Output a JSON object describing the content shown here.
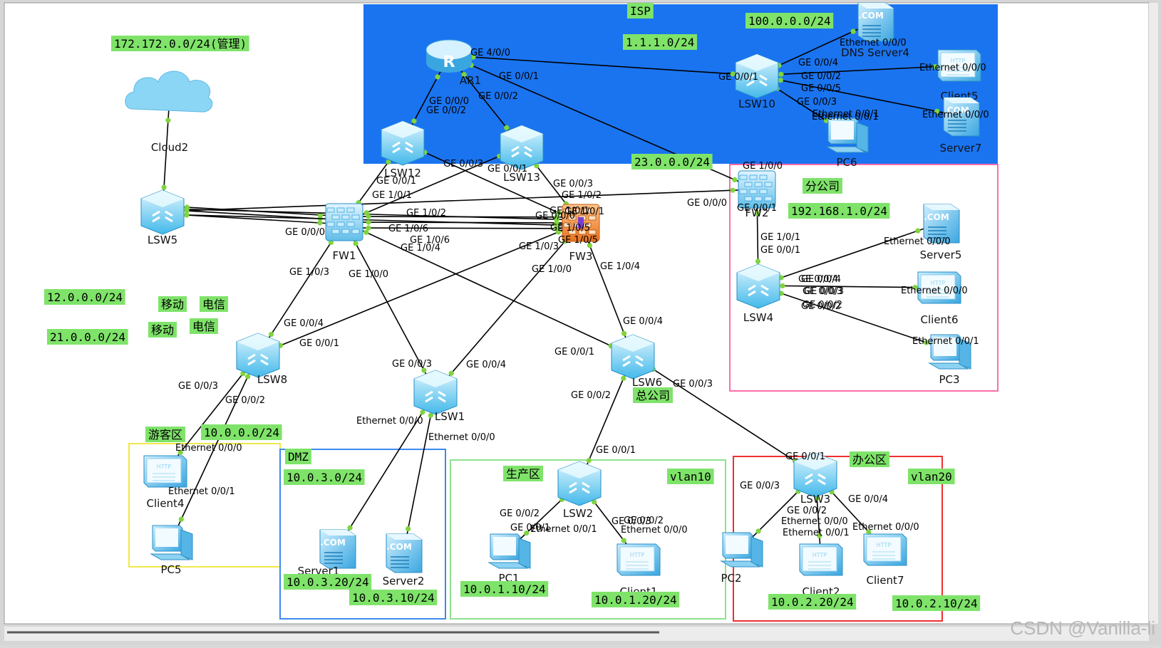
{
  "colors": {
    "isp_fill": "#1a74f0",
    "link": "#000000",
    "port_dot": "#7fd43f",
    "label_bg": "#7fe36a",
    "zone_branch": "#ff3d8b",
    "zone_guest": "#f0e84a",
    "zone_dmz": "#3d8bf0",
    "zone_prod": "#8fe08f",
    "zone_office": "#ee3030"
  },
  "zones": [
    {
      "id": "isp",
      "title": "ISP"
    },
    {
      "id": "branch",
      "title": "分公司"
    },
    {
      "id": "guest",
      "title": "游客区"
    },
    {
      "id": "dmz",
      "title": "DMZ"
    },
    {
      "id": "prod",
      "title": "生产区"
    },
    {
      "id": "office",
      "title": "办公区"
    }
  ],
  "devices": [
    {
      "id": "AR1",
      "type": "router",
      "label": "AR1"
    },
    {
      "id": "LSW10",
      "type": "switch",
      "label": "LSW10"
    },
    {
      "id": "DNS",
      "type": "server",
      "label": "DNS Server4"
    },
    {
      "id": "Client5",
      "type": "client",
      "label": "Client5"
    },
    {
      "id": "Server7",
      "type": "server",
      "label": "Server7"
    },
    {
      "id": "PC6",
      "type": "pc",
      "label": "PC6"
    },
    {
      "id": "Cloud2",
      "type": "cloud",
      "label": "Cloud2"
    },
    {
      "id": "LSW5",
      "type": "switch",
      "label": "LSW5"
    },
    {
      "id": "LSW12",
      "type": "switch",
      "label": "LSW12"
    },
    {
      "id": "LSW13",
      "type": "switch",
      "label": "LSW13"
    },
    {
      "id": "FW1",
      "type": "firewall",
      "label": "FW1"
    },
    {
      "id": "FW3",
      "type": "firewall_orange",
      "label": "FW3"
    },
    {
      "id": "FW2",
      "type": "firewall",
      "label": "FW2"
    },
    {
      "id": "LSW4",
      "type": "switch",
      "label": "LSW4"
    },
    {
      "id": "Server5",
      "type": "server",
      "label": "Server5"
    },
    {
      "id": "Client6",
      "type": "client",
      "label": "Client6"
    },
    {
      "id": "PC3",
      "type": "pc",
      "label": "PC3"
    },
    {
      "id": "LSW8",
      "type": "switch",
      "label": "LSW8"
    },
    {
      "id": "LSW1",
      "type": "switch",
      "label": "LSW1"
    },
    {
      "id": "LSW6",
      "type": "switch",
      "label": "LSW6"
    },
    {
      "id": "Client4",
      "type": "client",
      "label": "Client4"
    },
    {
      "id": "PC5",
      "type": "pc",
      "label": "PC5"
    },
    {
      "id": "Server1",
      "type": "server",
      "label": "Server1"
    },
    {
      "id": "Server2",
      "type": "server",
      "label": "Server2"
    },
    {
      "id": "LSW2",
      "type": "switch",
      "label": "LSW2"
    },
    {
      "id": "PC1",
      "type": "pc",
      "label": "PC1"
    },
    {
      "id": "Client1",
      "type": "client",
      "label": "Client1"
    },
    {
      "id": "LSW3",
      "type": "switch",
      "label": "LSW3"
    },
    {
      "id": "PC2",
      "type": "pc",
      "label": "PC2"
    },
    {
      "id": "Client2",
      "type": "client",
      "label": "Client2"
    },
    {
      "id": "Client7",
      "type": "client",
      "label": "Client7"
    }
  ],
  "links": [
    {
      "a": "AR1",
      "b": "LSW10"
    },
    {
      "a": "AR1",
      "b": "FW2"
    },
    {
      "a": "AR1",
      "b": "LSW12"
    },
    {
      "a": "AR1",
      "b": "LSW13"
    },
    {
      "a": "LSW10",
      "b": "DNS"
    },
    {
      "a": "LSW10",
      "b": "Client5"
    },
    {
      "a": "LSW10",
      "b": "Server7"
    },
    {
      "a": "LSW10",
      "b": "PC6"
    },
    {
      "a": "Cloud2",
      "b": "LSW5"
    },
    {
      "a": "LSW5",
      "b": "FW1",
      "offset": -8
    },
    {
      "a": "LSW5",
      "b": "FW1",
      "offset": -3
    },
    {
      "a": "LSW5",
      "b": "FW1",
      "offset": 3
    },
    {
      "a": "LSW5",
      "b": "FW3",
      "offset": -4
    },
    {
      "a": "LSW5",
      "b": "FW3",
      "offset": 4
    },
    {
      "a": "LSW5",
      "b": "FW2"
    },
    {
      "a": "LSW12",
      "b": "FW1"
    },
    {
      "a": "LSW12",
      "b": "FW3"
    },
    {
      "a": "LSW13",
      "b": "FW1"
    },
    {
      "a": "LSW13",
      "b": "FW3"
    },
    {
      "a": "FW1",
      "b": "FW3",
      "offset": -8
    },
    {
      "a": "FW1",
      "b": "FW3",
      "offset": 0
    },
    {
      "a": "FW1",
      "b": "FW3",
      "offset": 8
    },
    {
      "a": "FW1",
      "b": "LSW8"
    },
    {
      "a": "FW1",
      "b": "LSW1"
    },
    {
      "a": "FW1",
      "b": "LSW6"
    },
    {
      "a": "FW3",
      "b": "LSW8"
    },
    {
      "a": "FW3",
      "b": "LSW1"
    },
    {
      "a": "FW3",
      "b": "LSW6"
    },
    {
      "a": "FW2",
      "b": "LSW4"
    },
    {
      "a": "LSW4",
      "b": "Server5"
    },
    {
      "a": "LSW4",
      "b": "Client6"
    },
    {
      "a": "LSW4",
      "b": "PC3"
    },
    {
      "a": "LSW8",
      "b": "Client4"
    },
    {
      "a": "LSW8",
      "b": "PC5"
    },
    {
      "a": "LSW1",
      "b": "Server1"
    },
    {
      "a": "LSW1",
      "b": "Server2"
    },
    {
      "a": "LSW6",
      "b": "LSW2"
    },
    {
      "a": "LSW6",
      "b": "LSW3"
    },
    {
      "a": "LSW2",
      "b": "PC1"
    },
    {
      "a": "LSW2",
      "b": "Client1"
    },
    {
      "a": "LSW3",
      "b": "PC2"
    },
    {
      "a": "LSW3",
      "b": "Client2"
    },
    {
      "a": "LSW3",
      "b": "Client7"
    }
  ],
  "green_labels": [
    "ISP",
    "100.0.0.0/24",
    "1.1.1.0/24",
    "172.172.0.0/24(管理)",
    "23.0.0.0/24",
    "分公司",
    "192.168.1.0/24",
    "12.0.0.0/24",
    "移动",
    "电信",
    "21.0.0.0/24",
    "移动",
    "电信",
    "总公司",
    "游客区",
    "10.0.0.0/24",
    "DMZ",
    "10.0.3.0/24",
    "生产区",
    "vlan10",
    "办公区",
    "vlan20",
    "10.0.3.20/24",
    "10.0.3.10/24",
    "10.0.1.10/24",
    "10.0.1.20/24",
    "10.0.2.20/24",
    "10.0.2.10/24"
  ],
  "port_labels": [
    "GE 4/0/0",
    "GE 0/0/1",
    "GE 0/0/0",
    "GE 0/0/2",
    "GE 0/0/2",
    "GE 0/0/1",
    "GE 0/0/4",
    "GE 0/0/2",
    "GE 0/0/5",
    "GE 0/0/3",
    "Ethernet 0/0/0",
    "Ethernet 0/0/0",
    "Ethernet 0/0/0",
    "Ethernet 0/0/1",
    "Ethernet 0/0/1",
    "GE 0/0/1",
    "GE 0/0/4",
    "GE 0/0/2",
    "GE 0/0/3",
    "LSW12",
    "GE 0/0/1",
    "GE 1/0/1",
    "GE 0/0/3",
    "GE 0/0/1",
    "LSW13",
    "GE 0/0/3",
    "GE 1/0/2",
    "GE 1/0/1",
    "GE 1/0/2",
    "GE 0/0/0",
    "GE 1/0/1",
    "GE 1/0/6",
    "GE 1/0/5",
    "GE 1/0/4",
    "GE 1/0/5",
    "GE 1/0/3",
    "GE 1/0/6",
    "GE 0/0/0",
    "GE 1/0/3",
    "GE 1/0/0",
    "GE 1/0/0",
    "GE 1/0/4",
    "GE 1/0/0",
    "GE 0/0/0",
    "GE 1/0/1",
    "GE 0/0/1",
    "GE 0/0/4",
    "GE 0/0/3",
    "GE 0/0/2",
    "Ethernet 0/0/0",
    "Ethernet 0/0/0",
    "Ethernet 0/0/1",
    "GE 0/0/4",
    "GE 0/0/1",
    "GE 0/0/3",
    "GE 0/0/2",
    "Ethernet 0/0/0",
    "Ethernet 0/0/1",
    "GE 0/0/3",
    "GE 0/0/4",
    "GE 0/0/1",
    "GE 0/0/2",
    "Ethernet 0/0/0",
    "Ethernet 0/0/0",
    "GE 0/0/4",
    "GE 0/0/1",
    "GE 0/0/3",
    "GE 0/0/2",
    "GE 0/0/1",
    "GE 0/0/2",
    "GE 0/0/3",
    "Ethernet 0/0/1",
    "Ethernet 0/0/0",
    "GE 0/0/1",
    "GE 0/0/3",
    "GE 0/0/2",
    "GE 0/0/4",
    "Ethernet 0/0/1",
    "Ethernet 0/0/0",
    "Ethernet 0/0/0"
  ],
  "watermark": "CSDN @Vanilla-li"
}
